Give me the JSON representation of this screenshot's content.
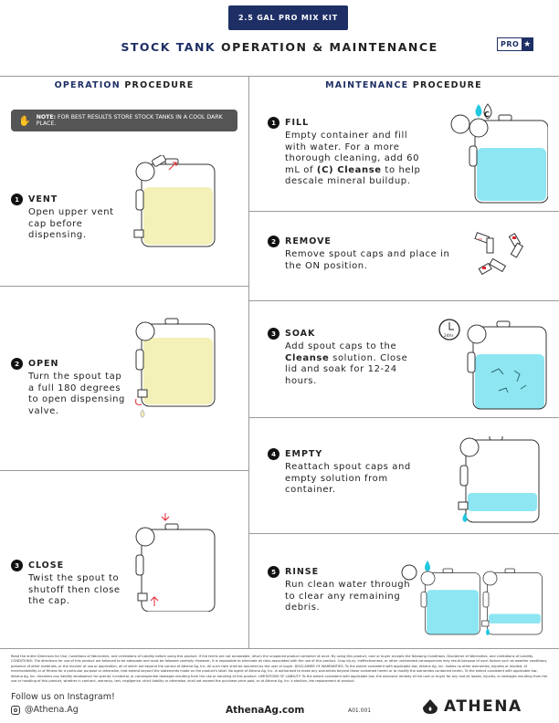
{
  "header": {
    "kit_label": "2.5 GAL PRO MIX KIT",
    "title_accent": "STOCK TANK",
    "title_rest": "OPERATION & MAINTENANCE",
    "pro_badge": "PRO"
  },
  "operation": {
    "heading_accent": "OPERATION",
    "heading_rest": "PROCEDURE",
    "note_label": "NOTE:",
    "note_text": "FOR BEST RESULTS STORE STOCK TANKS IN A COOL DARK PLACE.",
    "steps": [
      {
        "num": "1",
        "title": "VENT",
        "desc": "Open upper vent cap before dispensing."
      },
      {
        "num": "2",
        "title": "OPEN",
        "desc": "Turn the spout tap a full 180 degrees to open dispensing valve."
      },
      {
        "num": "3",
        "title": "CLOSE",
        "desc": "Twist the spout to shutoff then close the cap."
      }
    ]
  },
  "maintenance": {
    "heading_accent": "MAINTENANCE",
    "heading_rest": "PROCEDURE",
    "steps": [
      {
        "num": "1",
        "title": "FILL",
        "desc_a": "Empty container and fill with water. For a more thorough cleaning, add 60 mL of",
        "desc_bold": "(C) Cleanse",
        "desc_b": "to help descale mineral buildup."
      },
      {
        "num": "2",
        "title": "REMOVE",
        "desc": "Remove spout caps and place in the ON position."
      },
      {
        "num": "3",
        "title": "SOAK",
        "desc_a": "Add spout caps to the",
        "desc_bold": "Cleanse",
        "desc_b": "solution. Close lid and soak for 12-24 hours.",
        "timer_label": "24hr"
      },
      {
        "num": "4",
        "title": "EMPTY",
        "desc": "Reattach spout caps and empty solution from container."
      },
      {
        "num": "5",
        "title": "RINSE",
        "desc": "Run clean water through to clear any remaining debris."
      }
    ],
    "cleanse_letter": "C",
    "cap_label": "ON"
  },
  "disclaimer": "Read the entire Directions for Use, Conditions of Warranties, and Limitations of Liability before using this product. If the terms are not acceptable, return the unopened product container at once. By using this product, user or buyer accepts the following Conditions, Disclaimer of Warranties, and Limitations of Liability. CONDITIONS: The directions for use of this product are believed to be adequate and must be followed carefully. However, it is impossible to eliminate all risks associated with the use of this product. Crop injury, ineffectiveness, or other unintended consequences may result because of such factors such as weather conditions, presence of other materials, or the manner of use or application, all of which are beyond the control of Athena Ag, Inc. All such risks shall be assumed by the user or buyer. DISCLAIMER OF WARRANTIES: To the extent consistent with applicable law, Athena Ag, Inc. makes no other warranties, express or implied, of merchantability or of fitness for a particular purpose or otherwise, that extend beyond the statements made on the product's label. No agent of Athena Ag, Inc. is authorized to make any warranties beyond those contained herein or to modify the warranties contained herein. To the extent consistent with applicable law, Athena Ag, Inc. disclaims any liability whatsoever for special, incidental, or consequential damages resulting from the use or handling of this product. LIMITATIONS OF LIABILITY: To the extent consistent with applicable law, the exclusive remedy of the user or buyer for any and all losses, injuries, or damages resulting from the use or handling of this product, whether in contract, warranty, tort, negligence, strict liability or otherwise, shall not exceed the purchase price paid, or at Athena Ag, Inc.'s election, the replacement of product.",
  "footer": {
    "follow": "Follow us on Instagram!",
    "handle": "@Athena.Ag",
    "website": "AthenaAg.com",
    "code": "A01.001",
    "brand": "ATHENA"
  },
  "colors": {
    "navy": "#1e2f66",
    "liquid_yellow": "#f3f0b8",
    "liquid_blue": "#8ee6f2",
    "drop": "#22c7e0",
    "arrow": "#e0242f"
  }
}
